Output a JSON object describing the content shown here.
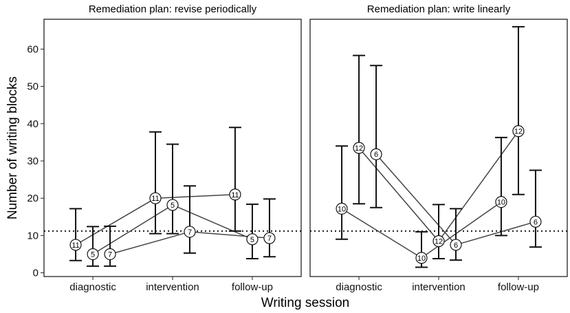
{
  "chart_data": {
    "type": "scatter",
    "xlabel": "Writing session",
    "ylabel": "Number of writing blocks",
    "categories": [
      "diagnostic",
      "intervention",
      "follow-up"
    ],
    "ylim": [
      -1,
      68
    ],
    "yticks": [
      0,
      10,
      20,
      30,
      40,
      50,
      60
    ],
    "reference_line": 11.2,
    "grid": false,
    "panels": [
      {
        "title": "Remediation plan: revise periodically",
        "series": [
          {
            "values": [
              7.5,
              20,
              21
            ],
            "labels": [
              "11",
              "11",
              "11"
            ],
            "lower": [
              3.3,
              10.5,
              11.2
            ],
            "upper": [
              17.2,
              37.8,
              39
            ]
          },
          {
            "values": [
              5,
              18.2,
              9
            ],
            "labels": [
              "5",
              "5",
              "5"
            ],
            "lower": [
              1.8,
              10.5,
              3.8
            ],
            "upper": [
              12.4,
              34.5,
              18.4
            ]
          },
          {
            "values": [
              5,
              11,
              9.3
            ],
            "labels": [
              "7",
              "7",
              "7"
            ],
            "lower": [
              1.8,
              5.3,
              4.3
            ],
            "upper": [
              12.5,
              23.3,
              19.8
            ]
          }
        ]
      },
      {
        "title": "Remediation plan: write linearly",
        "series": [
          {
            "values": [
              17.2,
              4,
              19
            ],
            "labels": [
              "10",
              "10",
              "10"
            ],
            "lower": [
              9,
              1.5,
              10
            ],
            "upper": [
              34,
              11,
              36.3
            ]
          },
          {
            "values": [
              33.5,
              8.5,
              38
            ],
            "labels": [
              "12",
              "12",
              "12"
            ],
            "lower": [
              18.5,
              3.8,
              21
            ],
            "upper": [
              58.3,
              18.3,
              66
            ]
          },
          {
            "values": [
              31.8,
              7.5,
              13.7
            ],
            "labels": [
              "6",
              "6",
              "6"
            ],
            "lower": [
              17.5,
              3.4,
              6.9
            ],
            "upper": [
              55.6,
              17.2,
              27.5
            ]
          }
        ]
      }
    ]
  }
}
